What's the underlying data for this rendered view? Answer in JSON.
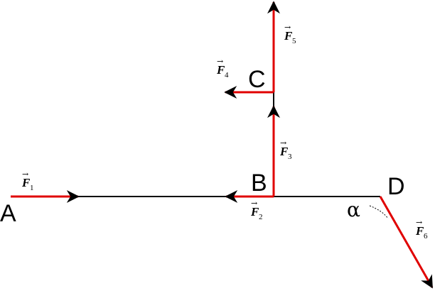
{
  "points": {
    "a": "A",
    "b": "B",
    "c": "C",
    "d": "D"
  },
  "angle": {
    "symbol": "α"
  },
  "forces": [
    {
      "vector_mark": "→",
      "letter": "F",
      "index": "1"
    },
    {
      "vector_mark": "→",
      "letter": "F",
      "index": "2"
    },
    {
      "vector_mark": "→",
      "letter": "F",
      "index": "3"
    },
    {
      "vector_mark": "→",
      "letter": "F",
      "index": "4"
    },
    {
      "vector_mark": "→",
      "letter": "F",
      "index": "5"
    },
    {
      "vector_mark": "→",
      "letter": "F",
      "index": "6"
    }
  ],
  "colors": {
    "force": "#e00000",
    "beam": "#000000",
    "background": "#ffffff"
  }
}
